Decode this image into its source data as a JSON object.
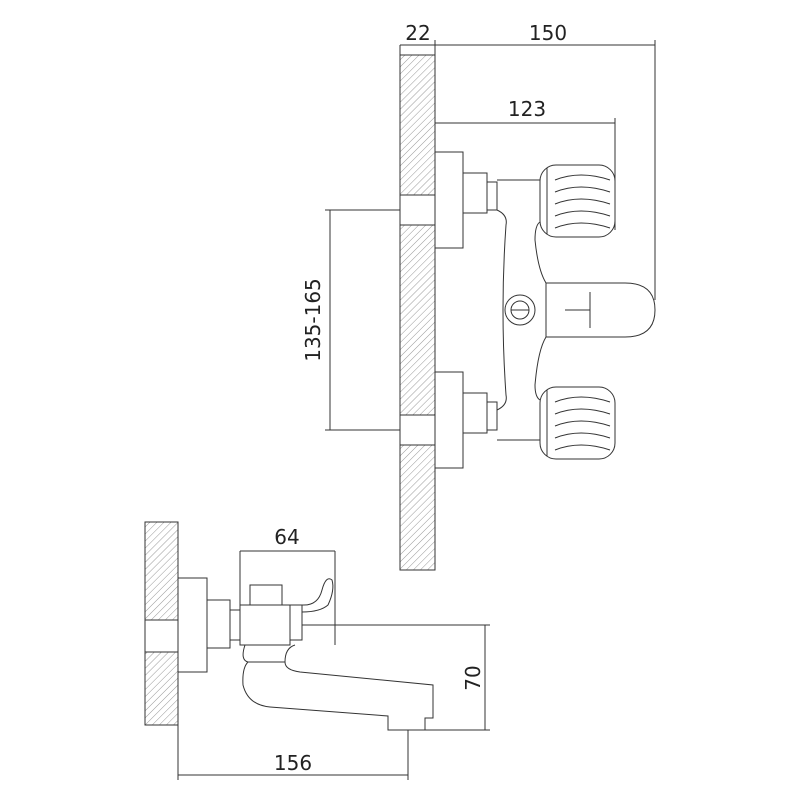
{
  "dimensions": {
    "plate_thickness": "22",
    "total_depth": "150",
    "handle_depth": "123",
    "center_distance": "135-165",
    "spout_body_width": "64",
    "spout_height": "70",
    "spout_reach": "156"
  },
  "colors": {
    "line": "#333333",
    "background": "#ffffff"
  }
}
